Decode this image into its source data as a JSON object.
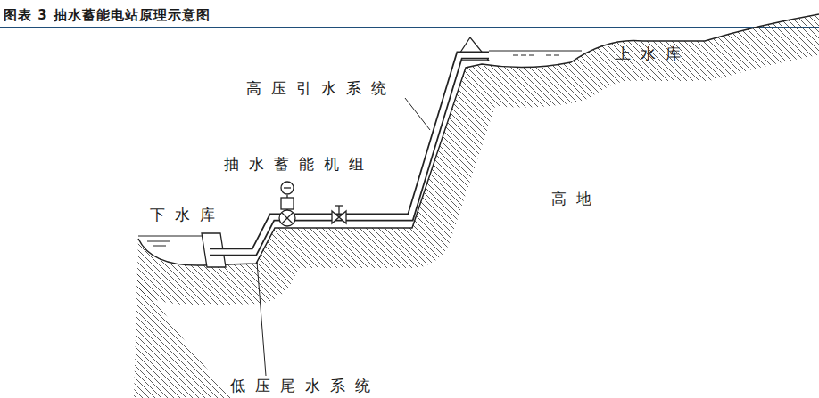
{
  "diagram": {
    "title": "图表 3 抽水蓄能电站原理示意图",
    "labels": [
      "上水库",
      "高压引水系统",
      "抽水蓄能机组",
      "高地",
      "下水库",
      "低压尾水系统"
    ]
  }
}
